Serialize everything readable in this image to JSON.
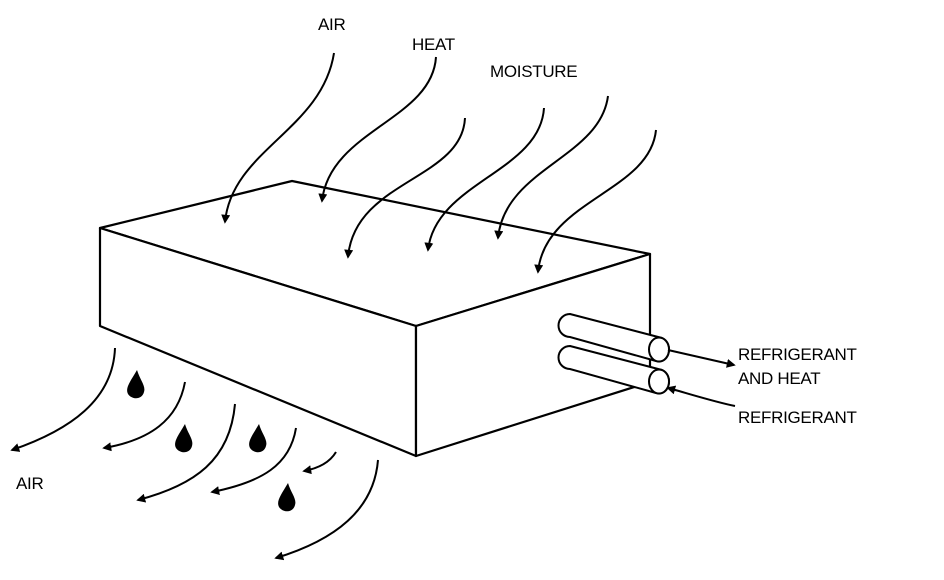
{
  "labels": {
    "air_in": "AIR",
    "heat": "HEAT",
    "moisture": "MOISTURE",
    "refrigerant_and_heat_line1": "REFRIGERANT",
    "refrigerant_and_heat_line2": "AND HEAT",
    "refrigerant": "REFRIGERANT",
    "air_out": "AIR"
  },
  "colors": {
    "ink": "#000000",
    "background": "#ffffff"
  }
}
